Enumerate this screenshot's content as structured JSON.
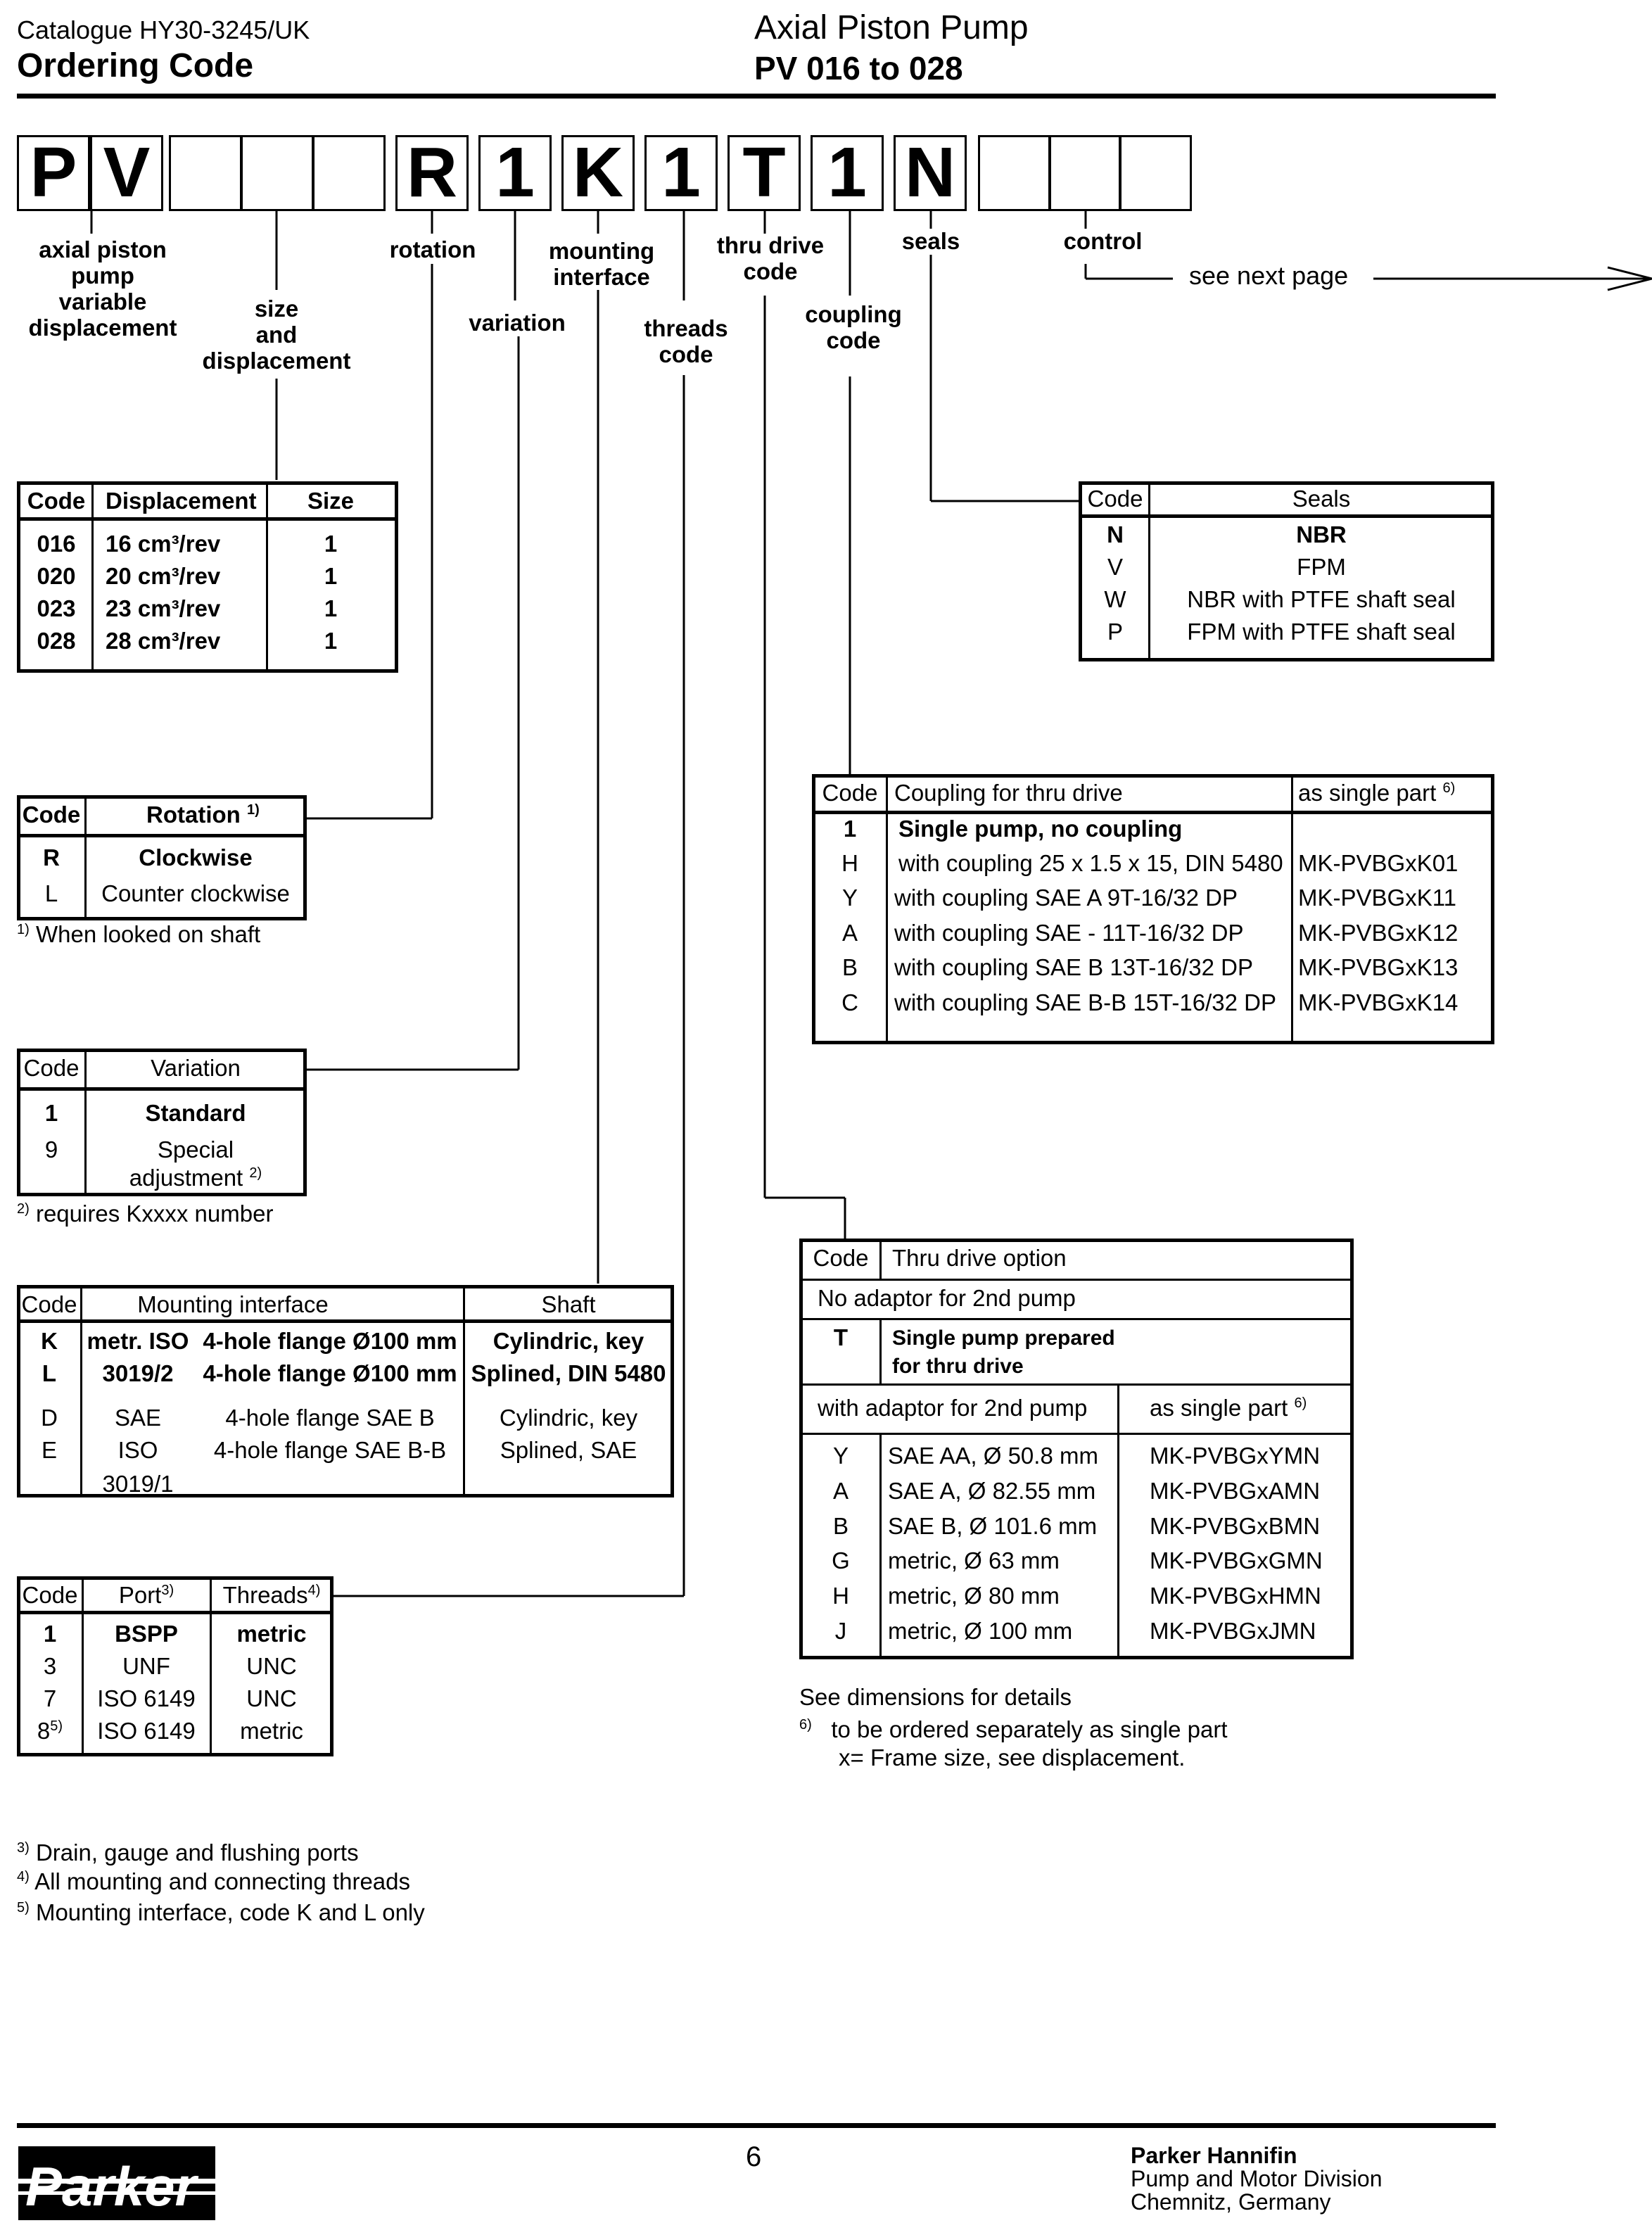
{
  "header": {
    "catalogue": "Catalogue HY30-3245/UK",
    "ordering_code": "Ordering Code",
    "product": "Axial Piston Pump",
    "range": "PV 016 to 028"
  },
  "code_boxes": [
    "P",
    "V",
    "",
    "",
    "",
    "R",
    "1",
    "K",
    "1",
    "T",
    "1",
    "N",
    "",
    "",
    ""
  ],
  "labels": {
    "axial": [
      "axial piston",
      "pump",
      "variable",
      "displacement"
    ],
    "size": [
      "size",
      "and",
      "displacement"
    ],
    "rotation": "rotation",
    "variation": "variation",
    "mounting": [
      "mounting",
      "interface"
    ],
    "threads": [
      "threads",
      "code"
    ],
    "thru": [
      "thru drive",
      "code"
    ],
    "coupling": [
      "coupling",
      "code"
    ],
    "seals": "seals",
    "control": "control",
    "see_next": "see next page"
  },
  "displacement_table": {
    "headers": [
      "Code",
      "Displacement",
      "Size"
    ],
    "rows": [
      [
        "016",
        "16 cm³/rev",
        "1"
      ],
      [
        "020",
        "20 cm³/rev",
        "1"
      ],
      [
        "023",
        "23 cm³/rev",
        "1"
      ],
      [
        "028",
        "28 cm³/rev",
        "1"
      ]
    ]
  },
  "rotation_table": {
    "headers": [
      "Code",
      "Rotation"
    ],
    "sup": "1)",
    "rows": [
      [
        "R",
        "Clockwise"
      ],
      [
        "L",
        "Counter clockwise"
      ]
    ],
    "note_mark": "1)",
    "note": "When looked on shaft"
  },
  "variation_table": {
    "headers": [
      "Code",
      "Variation"
    ],
    "rows": [
      [
        "1",
        "Standard"
      ],
      [
        "9",
        "Special"
      ]
    ],
    "row2_line2": "adjustment",
    "sup": "2)",
    "note_mark": "2)",
    "note": "requires Kxxxx number"
  },
  "mounting_table": {
    "headers": [
      "Code",
      "Mounting interface",
      "Shaft"
    ],
    "rows": [
      [
        "K",
        "metr. ISO",
        "4-hole flange Ø100 mm",
        "Cylindric, key"
      ],
      [
        "L",
        "3019/2",
        "4-hole flange Ø100 mm",
        "Splined, DIN 5480"
      ],
      [
        "D",
        "SAE",
        "4-hole flange SAE B",
        "Cylindric, key"
      ],
      [
        "E",
        "ISO",
        "4-hole flange SAE B-B",
        "Splined, SAE"
      ]
    ],
    "extra": "3019/1"
  },
  "threads_table": {
    "headers": [
      "Code",
      "Port",
      "Threads"
    ],
    "port_sup": "3)",
    "threads_sup": "4)",
    "rows": [
      [
        "1",
        "BSPP",
        "metric"
      ],
      [
        "3",
        "UNF",
        "UNC"
      ],
      [
        "7",
        "ISO 6149",
        "UNC"
      ],
      [
        "8",
        "ISO 6149",
        "metric"
      ]
    ],
    "row4_sup": "5)"
  },
  "footnotes": [
    {
      "mark": "3)",
      "text": "Drain, gauge and flushing ports"
    },
    {
      "mark": "4)",
      "text": "All mounting and connecting threads"
    },
    {
      "mark": "5)",
      "text": "Mounting interface, code K and L only"
    }
  ],
  "seals_table": {
    "headers": [
      "Code",
      "Seals"
    ],
    "rows": [
      [
        "N",
        "NBR"
      ],
      [
        "V",
        "FPM"
      ],
      [
        "W",
        "NBR with PTFE shaft seal"
      ],
      [
        "P",
        "FPM with PTFE shaft seal"
      ]
    ]
  },
  "coupling_table": {
    "headers": [
      "Code",
      "Coupling for thru drive",
      "as single part"
    ],
    "sup": "6)",
    "rows": [
      [
        "1",
        "Single pump, no coupling",
        ""
      ],
      [
        "H",
        "with coupling 25 x 1.5 x 15, DIN 5480",
        "MK-PVBGxK01"
      ],
      [
        "Y",
        "with coupling SAE A 9T-16/32 DP",
        "MK-PVBGxK11"
      ],
      [
        "A",
        "with coupling SAE - 11T-16/32 DP",
        "MK-PVBGxK12"
      ],
      [
        "B",
        "with coupling SAE B 13T-16/32 DP",
        "MK-PVBGxK13"
      ],
      [
        "C",
        "with coupling SAE B-B 15T-16/32 DP",
        "MK-PVBGxK14"
      ]
    ]
  },
  "thru_table": {
    "headers": [
      "Code",
      "Thru drive option"
    ],
    "no_adaptor": "No adaptor for 2nd pump",
    "t_code": "T",
    "t_text": [
      "Single pump prepared",
      "for thru drive"
    ],
    "with_adaptor": "with adaptor for 2nd pump",
    "single_part": "as single part",
    "sup": "6)",
    "rows": [
      [
        "Y",
        "SAE AA, Ø 50.8 mm",
        "MK-PVBGxYMN"
      ],
      [
        "A",
        "SAE A, Ø 82.55 mm",
        "MK-PVBGxAMN"
      ],
      [
        "B",
        "SAE B, Ø 101.6 mm",
        "MK-PVBGxBMN"
      ],
      [
        "G",
        "metric, Ø 63 mm",
        "MK-PVBGxGMN"
      ],
      [
        "H",
        "metric, Ø 80 mm",
        "MK-PVBGxHMN"
      ],
      [
        "J",
        "metric, Ø 100 mm",
        "MK-PVBGxJMN"
      ]
    ]
  },
  "thru_notes": {
    "see": "See dimensions for details",
    "mark": "6)",
    "line1": "to be ordered separately as single part",
    "line2": "x= Frame size, see displacement."
  },
  "footer": {
    "page": "6",
    "logo": "Parker",
    "company": "Parker Hannifin",
    "division": "Pump and Motor Division",
    "location": "Chemnitz, Germany"
  }
}
